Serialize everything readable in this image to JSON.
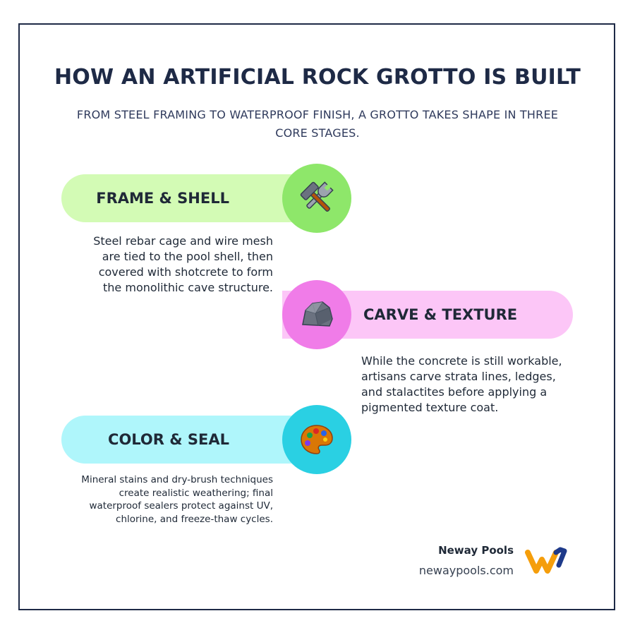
{
  "header": {
    "title": "HOW AN ARTIFICIAL ROCK GROTTO IS BUILT",
    "subtitle_line1": "FROM STEEL FRAMING TO WATERPROOF FINISH, A GROTTO TAKES SHAPE IN THREE",
    "subtitle_line2": "CORE STAGES."
  },
  "steps": [
    {
      "label": "FRAME & SHELL",
      "icon": "hammer-wrench-icon",
      "pill_color": "#d3fbb5",
      "circle_color": "#8ee76a",
      "desc_lines": [
        "Steel rebar cage and wire mesh",
        "are tied to the pool shell, then",
        "covered with shotcrete to form",
        "the monolithic cave structure."
      ]
    },
    {
      "label": "CARVE & TEXTURE",
      "icon": "rock-icon",
      "pill_color": "#fcc6f7",
      "circle_color": "#f07ce8",
      "desc_lines": [
        "While the concrete is still workable,",
        "artisans carve strata lines, ledges,",
        "and stalactites before applying a",
        "pigmented texture coat."
      ]
    },
    {
      "label": "COLOR & SEAL",
      "icon": "palette-icon",
      "pill_color": "#aff6fb",
      "circle_color": "#2ad0e3",
      "desc_lines": [
        "Mineral stains and dry-brush techniques",
        "create realistic weathering; final",
        "waterproof sealers protect against UV,",
        "chlorine, and freeze-thaw cycles."
      ]
    }
  ],
  "footer": {
    "brand_name": "Neway Pools",
    "url": "newaypools.com",
    "logo_icon": "neway-logo-icon",
    "logo_colors": [
      "#f59e0b",
      "#1e3a8a"
    ]
  }
}
